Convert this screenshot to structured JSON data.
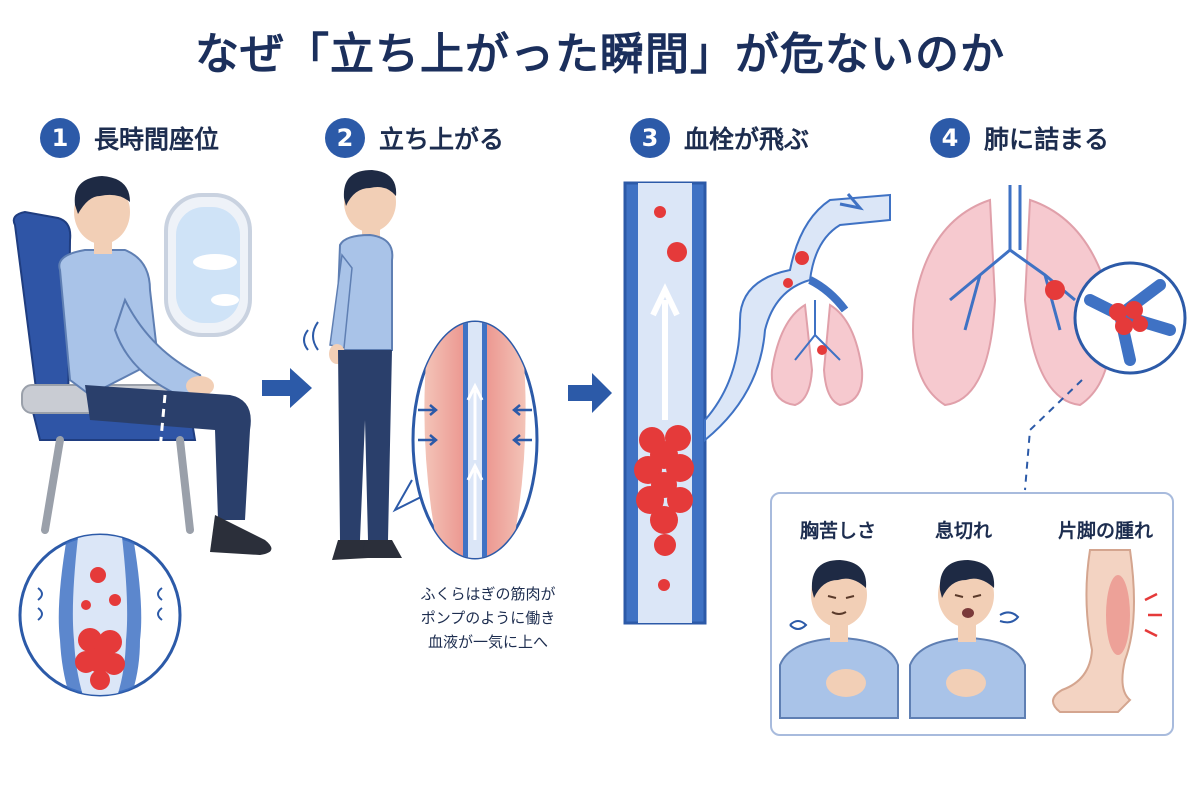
{
  "title": "なぜ「立ち上がった瞬間」が危ないのか",
  "steps": [
    {
      "num": "1",
      "label": "長時間座位"
    },
    {
      "num": "2",
      "label": "立ち上がる"
    },
    {
      "num": "3",
      "label": "血栓が飛ぶ"
    },
    {
      "num": "4",
      "label": "肺に詰まる"
    }
  ],
  "caption": {
    "line1": "ふくらはぎの筋肉が",
    "line2": "ポンプのように働き",
    "line3": "血液が一気に上へ"
  },
  "symptoms": [
    "胸苦しさ",
    "息切れ",
    "片脚の腫れ"
  ],
  "colors": {
    "title": "#1b2f5c",
    "step_badge": "#2c5aa8",
    "arrow": "#2c5aa8",
    "vessel_blue": "#3f72c4",
    "clot_red": "#e53a3a",
    "lung_pink": "#f6c9cf",
    "shirt": "#a9c3e8",
    "trousers": "#2a3f6b"
  }
}
